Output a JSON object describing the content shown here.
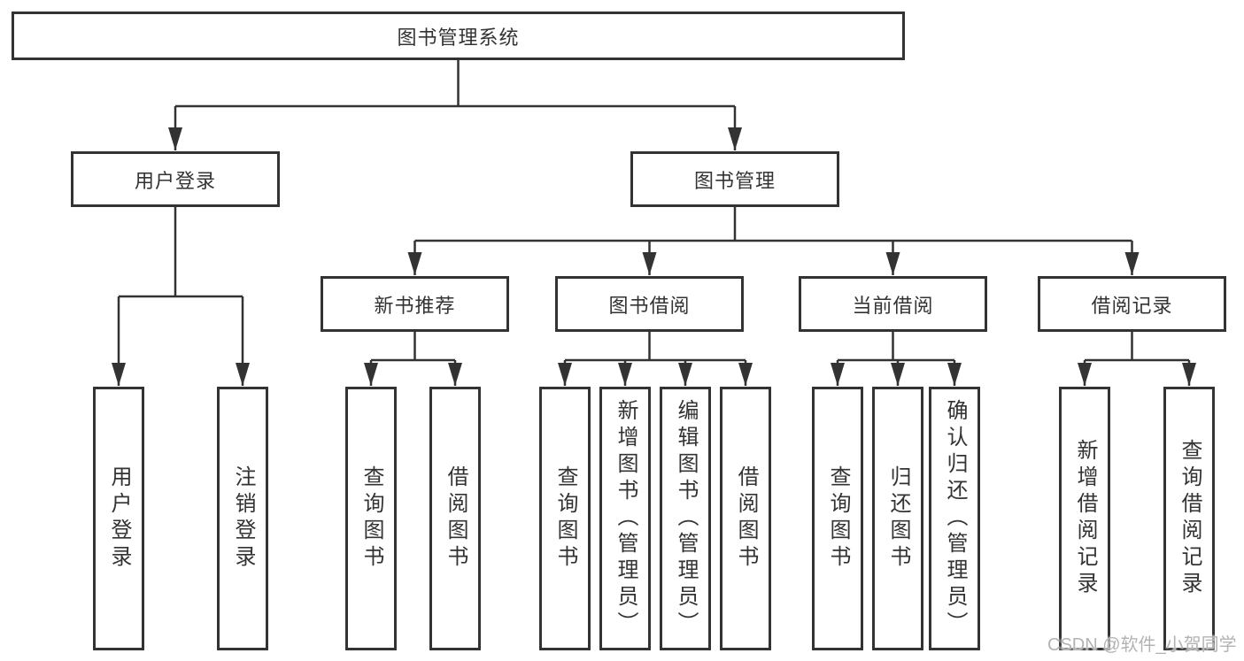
{
  "diagram": {
    "root": {
      "label": "图书管理系统"
    },
    "branches": {
      "userLogin": {
        "label": "用户登录",
        "children": {
          "login": {
            "label": "用户登录"
          },
          "logout": {
            "label": "注销登录"
          }
        }
      },
      "bookManagement": {
        "label": "图书管理",
        "children": {
          "newBookRecommend": {
            "label": "新书推荐",
            "children": {
              "queryBooks": {
                "label": "查询图书"
              },
              "borrowBooks": {
                "label": "借阅图书"
              }
            }
          },
          "bookBorrowing": {
            "label": "图书借阅",
            "children": {
              "queryBooks": {
                "label": "查询图书"
              },
              "addBooks": {
                "label": "新增图书（管理员）"
              },
              "editBooks": {
                "label": "编辑图书（管理员）"
              },
              "borrowBooks": {
                "label": "借阅图书"
              }
            }
          },
          "currentBorrowing": {
            "label": "当前借阅",
            "children": {
              "queryBooks": {
                "label": "查询图书"
              },
              "returnBooks": {
                "label": "归还图书"
              },
              "confirmReturn": {
                "label": "确认归还（管理员）"
              }
            }
          },
          "borrowingRecords": {
            "label": "借阅记录",
            "children": {
              "addRecord": {
                "label": "新增借阅记录"
              },
              "queryRecord": {
                "label": "查询借阅记录"
              }
            }
          }
        }
      }
    }
  },
  "watermark": {
    "text": "CSDN @软件_小贺同学"
  },
  "colors": {
    "line": "#333333",
    "text": "#333333",
    "boxFill": "#ffffff",
    "watermark": "#b3b3b3",
    "background": "#ffffff"
  }
}
